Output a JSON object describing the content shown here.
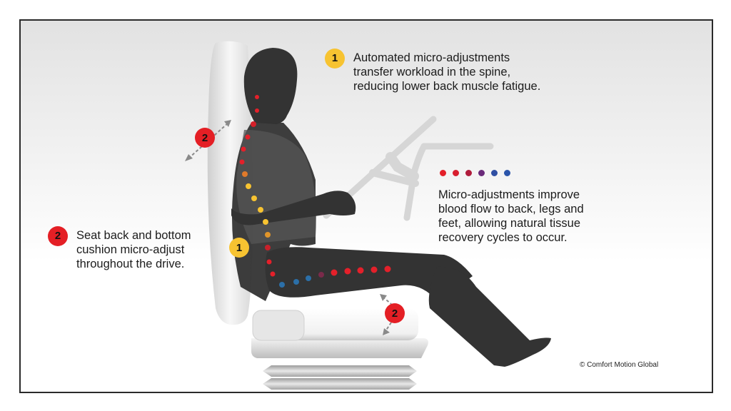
{
  "callouts": {
    "spine": {
      "badge": "1",
      "badge_color": "#f7c331",
      "lines": [
        "Automated micro-adjustments",
        "transfer workload in the spine,",
        "reducing lower back muscle fatigue."
      ]
    },
    "blood_flow": {
      "dot_colors": [
        "#e4202a",
        "#d81f2f",
        "#b01c3c",
        "#6a2a7a",
        "#2f4fa3",
        "#2b55aa"
      ],
      "lines": [
        "Micro-adjustments improve",
        "blood flow to back, legs and",
        "feet, allowing natural tissue",
        "recovery cycles to occur."
      ]
    },
    "seat": {
      "badge": "2",
      "badge_color": "#e41f25",
      "lines": [
        "Seat back and bottom",
        "cushion micro-adjust",
        "throughout the drive."
      ]
    }
  },
  "figure_badges": {
    "seat_back": "2",
    "spine": "1",
    "seat_cushion": "2"
  },
  "copyright": "© Comfort Motion Global",
  "colors": {
    "frame_border": "#2a2a2a",
    "silhouette": "#333333",
    "seat": "#f2f2f2",
    "steering": "#d6d6d6",
    "dot_red": "#e4202a",
    "dot_yellow": "#f7c331",
    "dot_orange": "#e08a2a",
    "dot_blue": "#2b6fa8"
  }
}
